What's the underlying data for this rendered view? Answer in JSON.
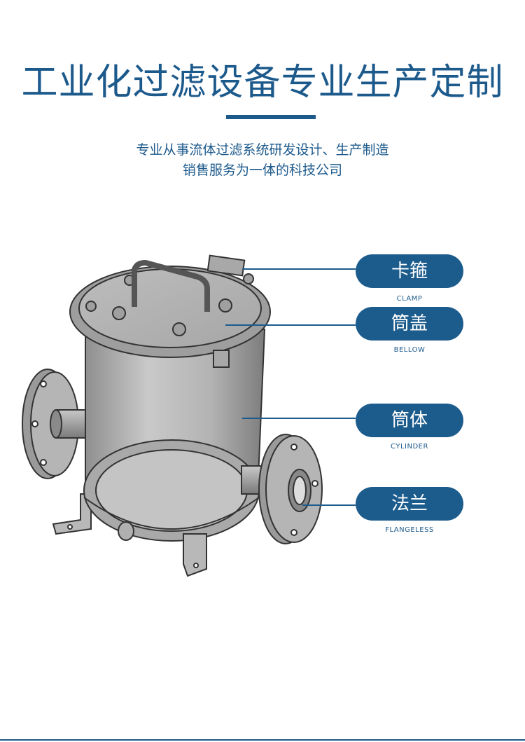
{
  "heading": {
    "title": "工业化过滤设备专业生产定制",
    "subtitle_line1": "专业从事流体过滤系统研发设计、生产制造",
    "subtitle_line2": "销售服务为一体的科技公司"
  },
  "labels": [
    {
      "name": "卡箍",
      "caption": "CLAMP"
    },
    {
      "name": "筒盖",
      "caption": "BELLOW"
    },
    {
      "name": "筒体",
      "caption": "CYLINDER"
    },
    {
      "name": "法兰",
      "caption": "FLANGELESS"
    }
  ],
  "colors": {
    "accent": "#1c5c8d"
  }
}
